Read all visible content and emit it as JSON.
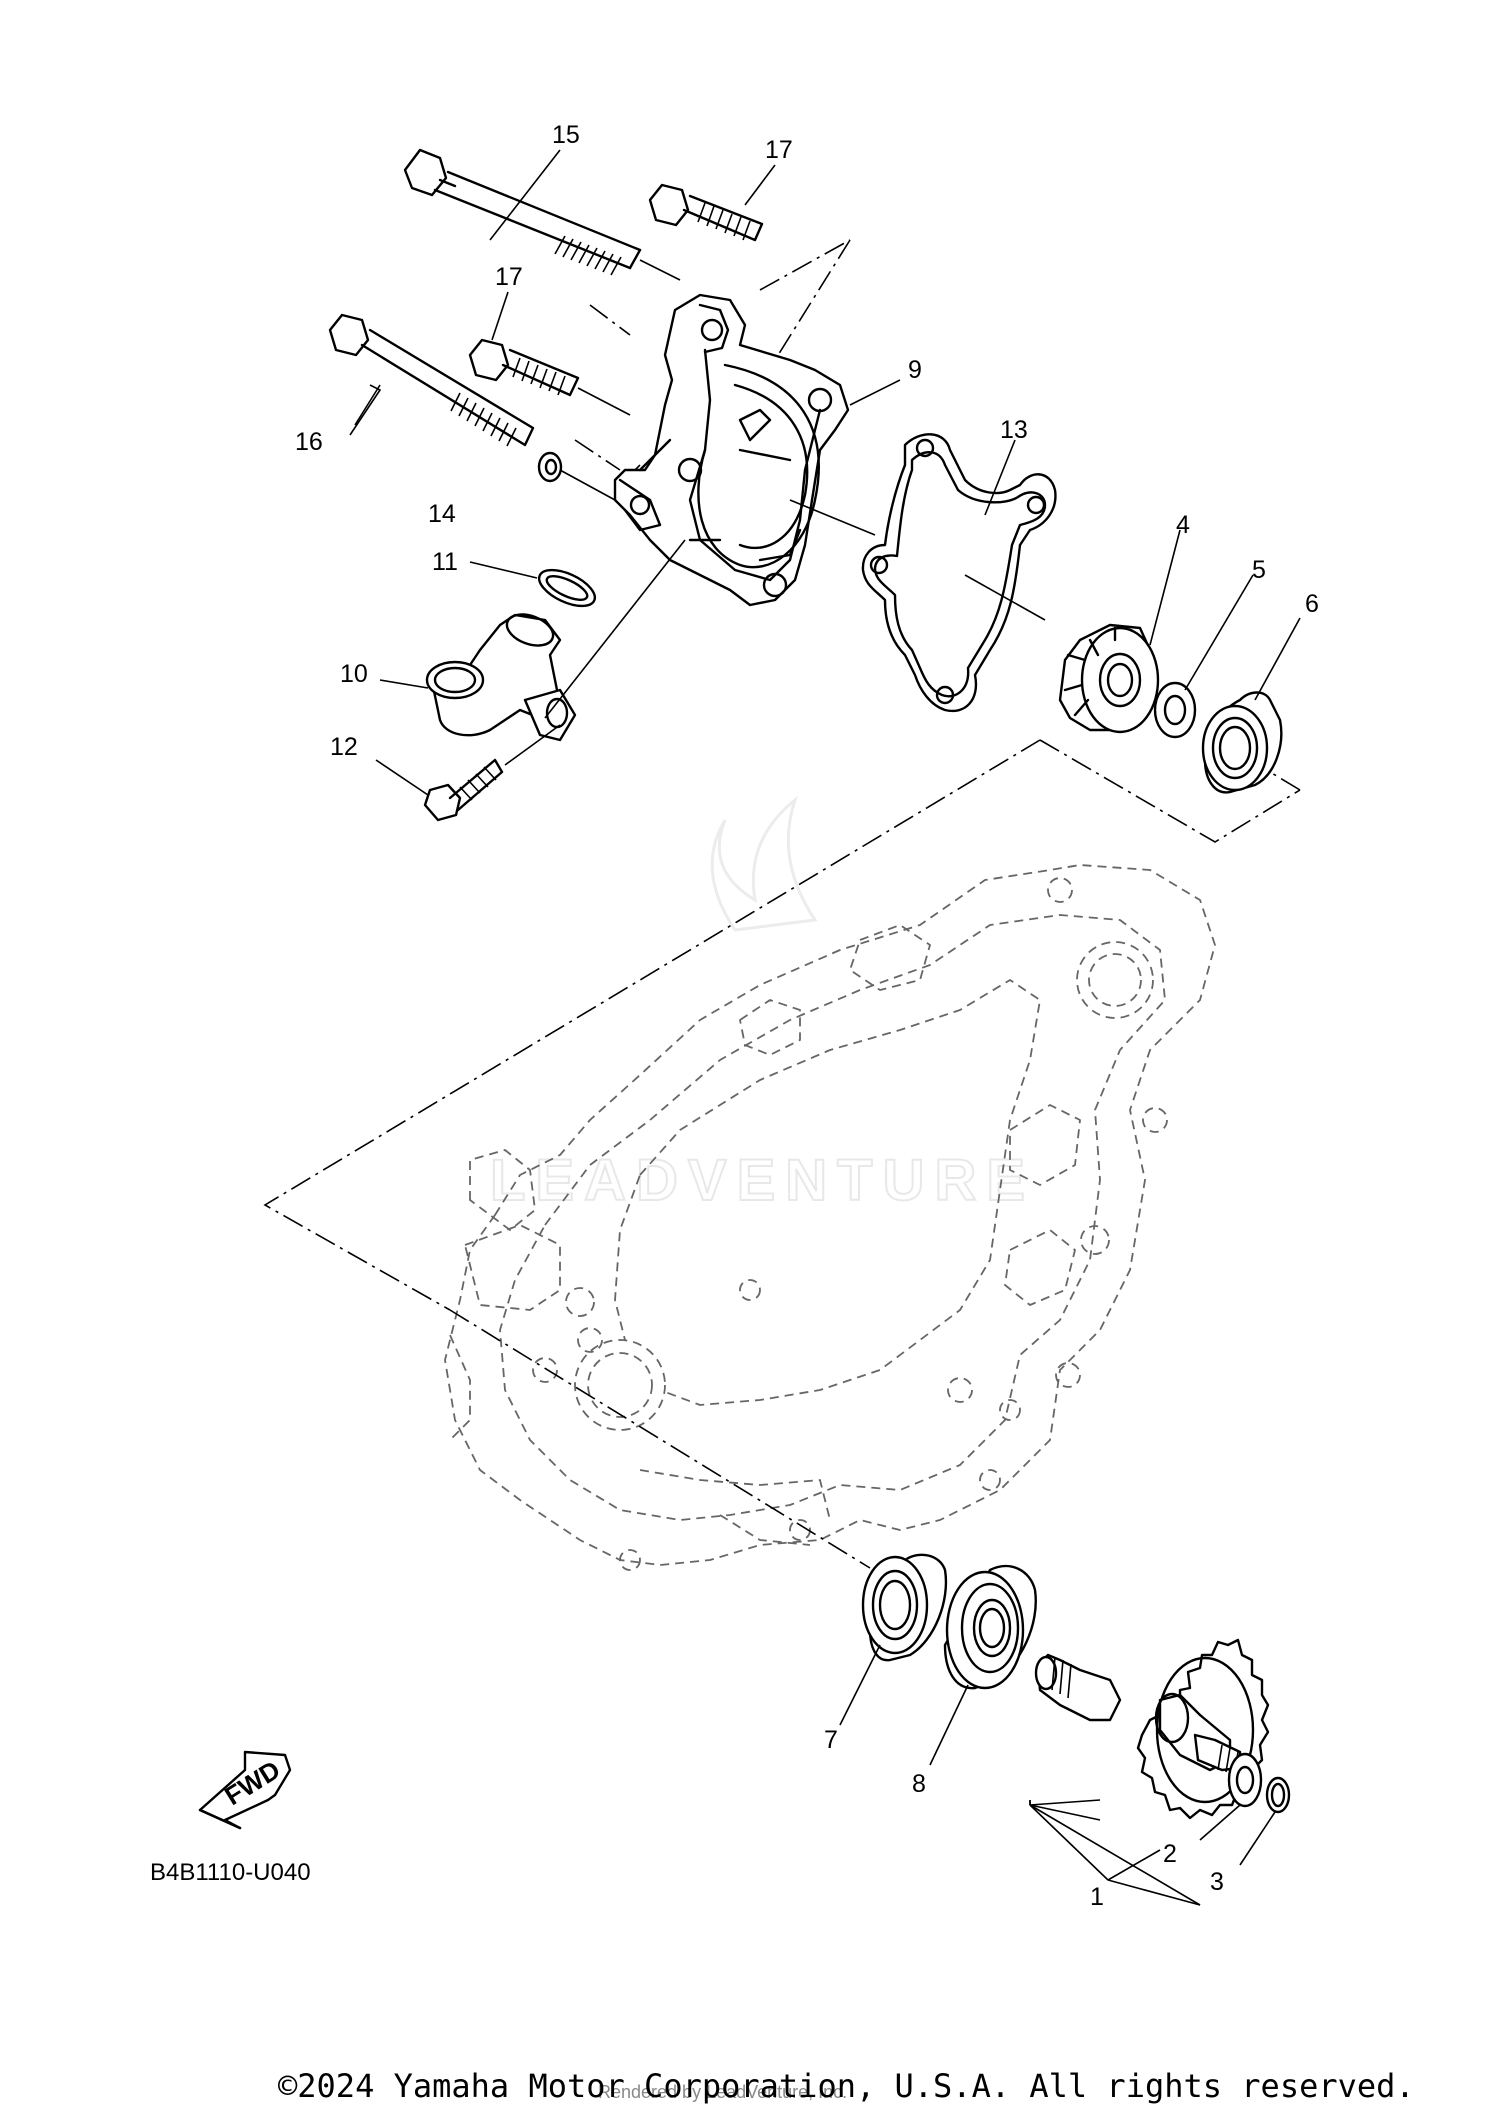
{
  "callouts": [
    "1",
    "2",
    "3",
    "4",
    "5",
    "6",
    "7",
    "8",
    "9",
    "10",
    "11",
    "12",
    "13",
    "14",
    "15",
    "16",
    "17",
    "17"
  ],
  "fwd_label": "FWD",
  "figure_id": "B4B1110-U040",
  "watermark": "LEADVENTURE",
  "copyright": "©2024 Yamaha Motor Corporation, U.S.A. All rights reserved.",
  "rendered_by": "Rendered by LeadVenture, Inc."
}
